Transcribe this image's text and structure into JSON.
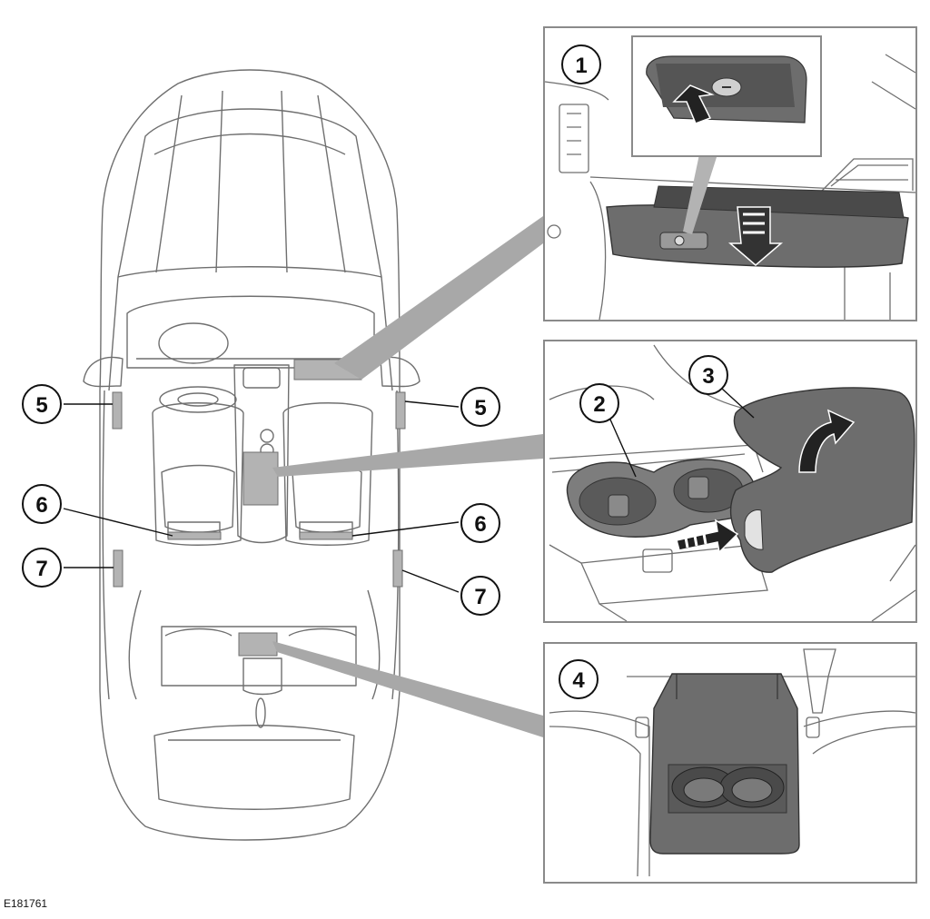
{
  "figure": {
    "reference_code": "E181761"
  },
  "callouts": {
    "c1": "1",
    "c2": "2",
    "c3": "3",
    "c4": "4",
    "c5": "5",
    "c6": "6",
    "c7": "7"
  },
  "colors": {
    "line": "#6f6f6f",
    "panel_border": "#8a8a8a",
    "shade": "#b3b3b3",
    "dark_part": "#6d6d6d",
    "leader_band": "#a8a8a8"
  }
}
